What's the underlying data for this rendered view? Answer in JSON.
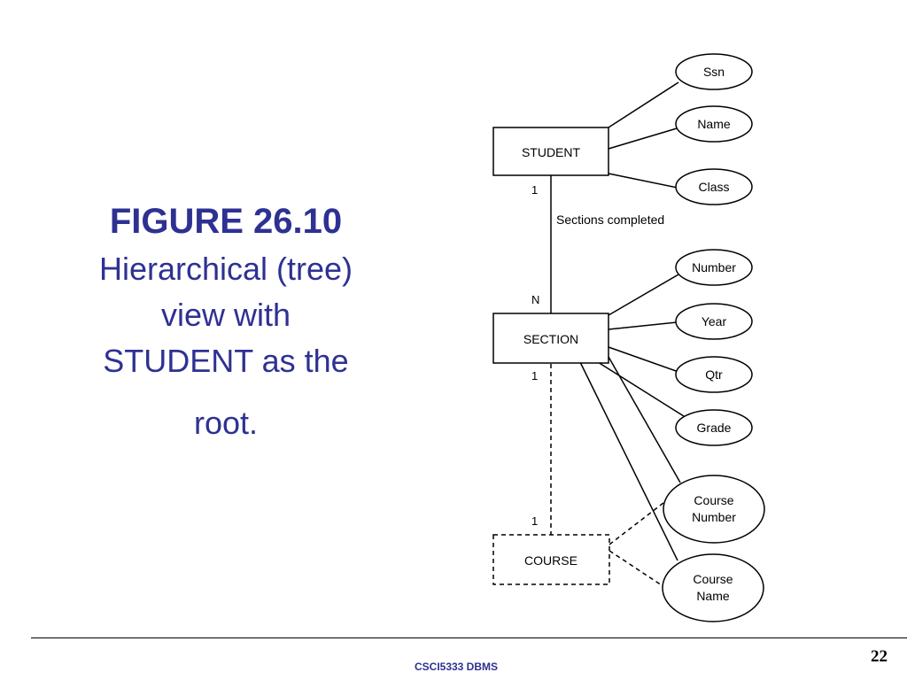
{
  "caption": {
    "title": "FIGURE 26.10",
    "line1": "Hierarchical (tree)",
    "line2": "view with",
    "line3": "STUDENT as the",
    "line4": "root."
  },
  "diagram": {
    "entities": {
      "student": "STUDENT",
      "section": "SECTION",
      "course": "COURSE"
    },
    "attributes": {
      "ssn": "Ssn",
      "name": "Name",
      "class": "Class",
      "number": "Number",
      "year": "Year",
      "qtr": "Qtr",
      "grade": "Grade",
      "course_number_line1": "Course",
      "course_number_line2": "Number",
      "course_name_line1": "Course",
      "course_name_line2": "Name"
    },
    "relationship": {
      "label": "Sections completed",
      "student_cardinality": "1",
      "section_cardinality": "N"
    },
    "virtual_link": {
      "section_cardinality": "1",
      "course_cardinality": "1"
    }
  },
  "footer": {
    "course_label": "CSCI5333 DBMS",
    "page_number": "22"
  }
}
